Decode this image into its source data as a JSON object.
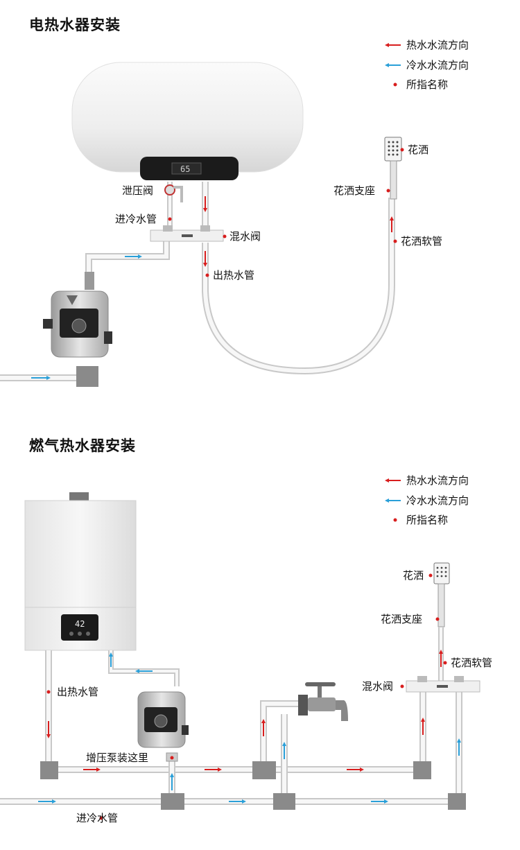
{
  "colors": {
    "hot": "#d81e1e",
    "cold": "#2a9fd8",
    "dot": "#d81e1e",
    "pipe": "#c8c8c8",
    "pipe_fill": "#f2f2f2",
    "fitting": "#8a8a8a"
  },
  "electric": {
    "title": "电热水器安装",
    "legend": {
      "hot": "热水水流方向",
      "cold": "冷水水流方向",
      "name": "所指名称"
    },
    "labels": {
      "relief_valve": "泄压阀",
      "cold_inlet": "进冷水管",
      "mixing_valve": "混水阀",
      "hot_outlet": "出热水管",
      "shower": "花洒",
      "shower_holder": "花洒支座",
      "shower_hose": "花洒软管"
    }
  },
  "gas": {
    "title": "燃气热水器安装",
    "legend": {
      "hot": "热水水流方向",
      "cold": "冷水水流方向",
      "name": "所指名称"
    },
    "labels": {
      "shower": "花洒",
      "shower_holder": "花洒支座",
      "shower_hose": "花洒软管",
      "mixing_valve": "混水阀",
      "hot_outlet": "出热水管",
      "pump_here": "增压泵装这里",
      "cold_inlet": "进冷水管"
    },
    "heater_display": "42"
  },
  "electric_display": "65"
}
